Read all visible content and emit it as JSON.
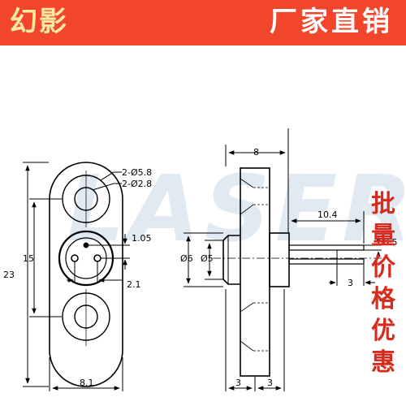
{
  "header": {
    "brand": "幻影",
    "slogan": "厂家直销",
    "background": "#f2462c",
    "brand_color": "#f7e9a1",
    "slogan_color": "#ffffff"
  },
  "watermark": "LASER",
  "front_view": {
    "hole_large": "2-Ø5.8",
    "hole_small": "2-Ø2.8",
    "height": "23",
    "hole_spacing": "15",
    "pin_gap": "1.05",
    "pin_pitch": "2.1",
    "width": "8.1"
  },
  "side_view": {
    "flange_width": "8",
    "shoulder_diameter": "Ø6",
    "body_diameter": "Ø5",
    "lead_length": "10.4",
    "lead_diameter": "0.5",
    "lead_tail": "3",
    "base_left": "3",
    "base_right": "3"
  },
  "promo": {
    "chars": [
      "批",
      "量",
      "价",
      "格",
      "优",
      "惠"
    ],
    "color": "#d62c1f"
  }
}
